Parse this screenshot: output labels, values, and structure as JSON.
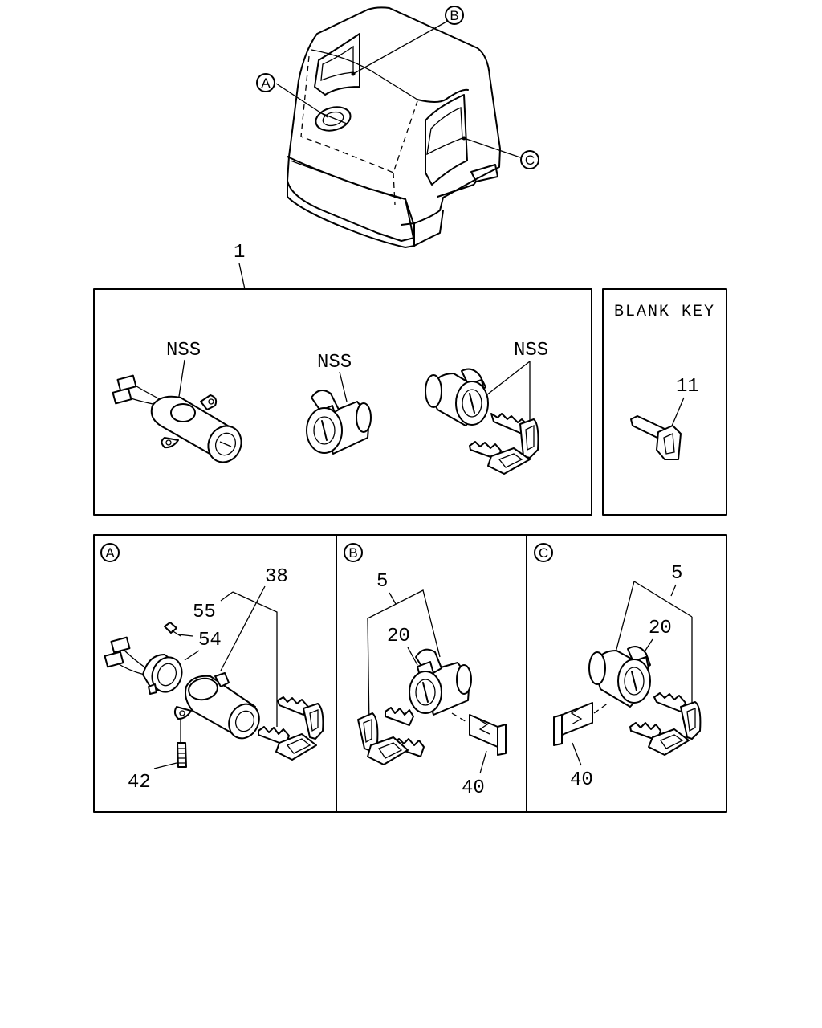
{
  "callouts": {
    "a": "A",
    "b": "B",
    "c": "C"
  },
  "labels": {
    "assembly": "1",
    "nss_1": "NSS",
    "nss_2": "NSS",
    "nss_3": "NSS",
    "blank_key_title": "BLANK KEY",
    "part_11": "11",
    "a_38": "38",
    "a_55": "55",
    "a_54": "54",
    "a_42": "42",
    "b_5": "5",
    "b_20": "20",
    "b_40": "40",
    "c_5": "5",
    "c_20": "20",
    "c_40": "40"
  },
  "icons": [
    "truck-cab-outline",
    "ignition-switch",
    "door-lock-cylinder",
    "key",
    "screw",
    "retainer-clip"
  ]
}
